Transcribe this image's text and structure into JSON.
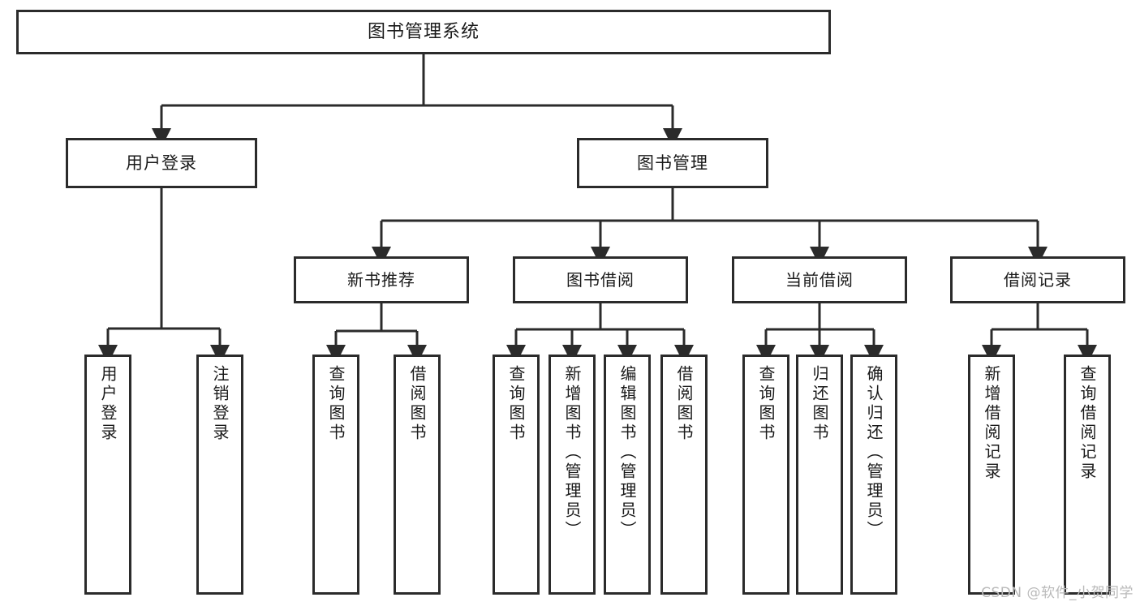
{
  "diagram": {
    "title": "图书管理系统",
    "type": "tree",
    "watermark": "CSDN @软件_小贺同学",
    "colors": {
      "box_border": "#2b2b2b",
      "box_fill": "#ffffff",
      "connector": "#2b2b2b",
      "text": "#1a1a1a",
      "watermark": "#b9b9b9",
      "background": "#ffffff"
    }
  },
  "root": {
    "label": "图书管理系统"
  },
  "level2": [
    {
      "label": "用户登录"
    },
    {
      "label": "图书管理"
    }
  ],
  "level3": [
    {
      "label": "新书推荐"
    },
    {
      "label": "图书借阅"
    },
    {
      "label": "当前借阅"
    },
    {
      "label": "借阅记录"
    }
  ],
  "leaves": {
    "user_login": [
      {
        "label": "用户登录"
      },
      {
        "label": "注销登录"
      }
    ],
    "new_book_recommend": [
      {
        "label": "查询图书"
      },
      {
        "label": "借阅图书"
      }
    ],
    "book_borrow": [
      {
        "label": "查询图书"
      },
      {
        "label": "新增图书（管理员）"
      },
      {
        "label": "编辑图书（管理员）"
      },
      {
        "label": "借阅图书"
      }
    ],
    "current_borrow": [
      {
        "label": "查询图书"
      },
      {
        "label": "归还图书"
      },
      {
        "label": "确认归还（管理员）"
      }
    ],
    "borrow_record": [
      {
        "label": "新增借阅记录"
      },
      {
        "label": "查询借阅记录"
      }
    ]
  }
}
